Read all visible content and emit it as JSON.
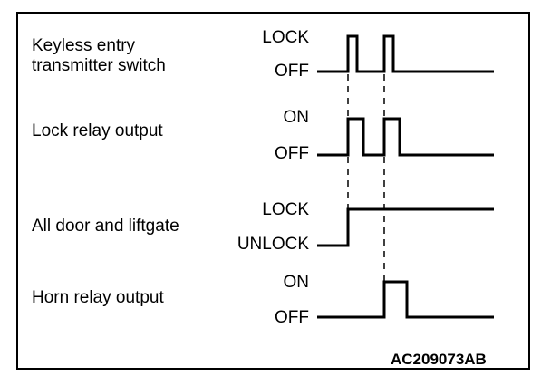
{
  "signals": [
    {
      "label_lines": [
        "Keyless entry",
        "transmitter switch"
      ],
      "high_state": "LOCK",
      "low_state": "OFF",
      "waveform": "two-pulses"
    },
    {
      "label_lines": [
        "Lock relay output"
      ],
      "high_state": "ON",
      "low_state": "OFF",
      "waveform": "two-pulses-delayed"
    },
    {
      "label_lines": [
        "All door and liftgate"
      ],
      "high_state": "LOCK",
      "low_state": "UNLOCK",
      "waveform": "step-up"
    },
    {
      "label_lines": [
        "Horn relay output"
      ],
      "high_state": "ON",
      "low_state": "OFF",
      "waveform": "single-pulse"
    }
  ],
  "figure_code": "AC209073AB"
}
